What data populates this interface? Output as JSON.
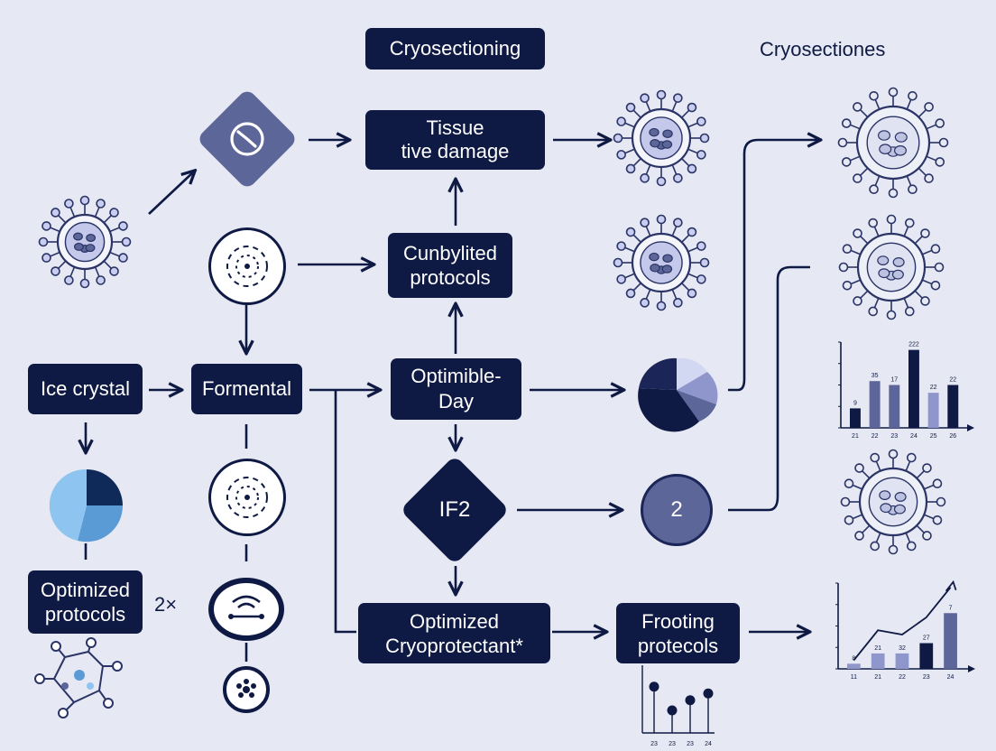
{
  "labels": {
    "title_box": "Cryosectioning",
    "title_right": "Cryosectiones",
    "tissue_damage": "Tissue\ntive damage",
    "cunbylited": "Cunbylited\nprotocols",
    "ice_crystal": "Ice crystal",
    "formental": "Formental",
    "optimible_day": "Optimible-\nDay",
    "if2": "IF2",
    "circle_number": "2",
    "optimized_protocols": "Optimized\nprotocols",
    "multiplier": "2×",
    "optimized_cryo": "Optimized\nCryoprotectant*",
    "frooting": "Frooting\nprotecols"
  },
  "icons": [
    "clock-icon",
    "organelle-icon",
    "wifi-transfer-icon",
    "flower-dots-icon",
    "molecule-icon",
    "cell-icon",
    "pie-icon"
  ],
  "colors": {
    "navy": "#0f1a44",
    "slate": "#5d6699",
    "lavender": "#8f96cc",
    "light_blue": "#8ec5f0",
    "mid_blue": "#5b9bd5",
    "background": "#e6e9f3"
  },
  "chart_data": [
    {
      "type": "bar",
      "categories": [
        "21",
        "22",
        "23",
        "24",
        "25",
        "26"
      ],
      "values": [
        25,
        60,
        55,
        100,
        45,
        55
      ],
      "data_labels": [
        "9",
        "35",
        "17",
        "222",
        "22",
        "22"
      ],
      "ylim": [
        0,
        110
      ],
      "grid": false
    },
    {
      "type": "bar",
      "categories": [
        "11",
        "21",
        "22",
        "23",
        "24"
      ],
      "values": [
        6,
        18,
        18,
        30,
        65
      ],
      "data_labels": [
        "8",
        "21",
        "32",
        "27",
        "7"
      ],
      "line_values": [
        10,
        45,
        40,
        60,
        95
      ],
      "ylim": [
        0,
        100
      ],
      "grid": false
    },
    {
      "type": "scatter",
      "categories": [
        "23",
        "23",
        "23",
        "24"
      ],
      "values": [
        55,
        20,
        35,
        45
      ],
      "ylim": [
        0,
        100
      ],
      "grid": false
    }
  ]
}
